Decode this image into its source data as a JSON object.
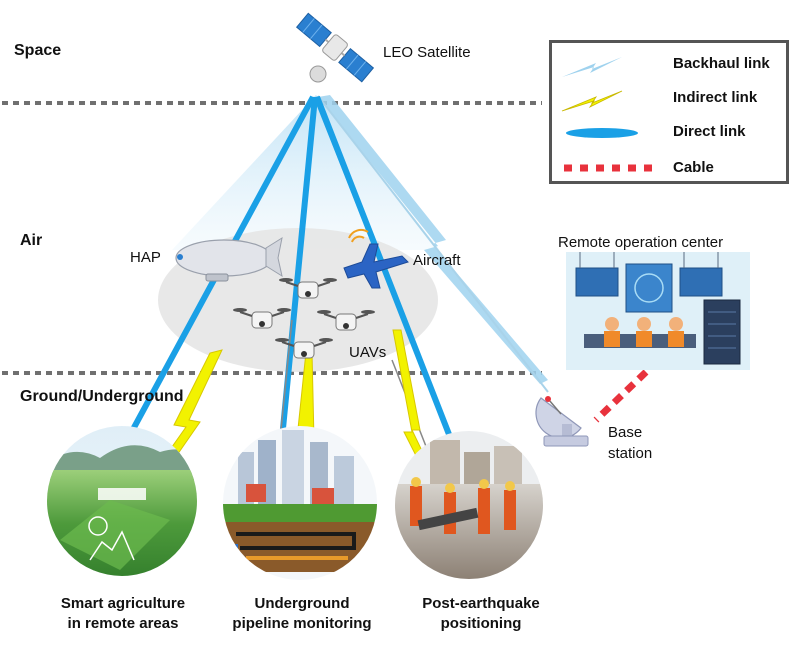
{
  "layers": {
    "space": "Space",
    "air": "Air",
    "ground": "Ground/Underground"
  },
  "nodes": {
    "satellite": "LEO Satellite",
    "hap": "HAP",
    "aircraft": "Aircraft",
    "uavs": "UAVs",
    "remote_center": "Remote operation center",
    "base_station_line1": "Base",
    "base_station_line2": "station"
  },
  "applications": {
    "agriculture_line1": "Smart agriculture",
    "agriculture_line2": "in remote areas",
    "pipeline_line1": "Underground",
    "pipeline_line2": "pipeline monitoring",
    "earthquake_line1": "Post-earthquake",
    "earthquake_line2": "positioning"
  },
  "legend": {
    "backhaul": "Backhaul link",
    "indirect": "Indirect link",
    "direct": "Direct link",
    "cable": "Cable"
  },
  "colors": {
    "direct": "#1aa0e6",
    "indirect": "#f2f200",
    "backhaul": "#8cc8ec",
    "cable": "#e8323c",
    "divider": "#707070"
  }
}
